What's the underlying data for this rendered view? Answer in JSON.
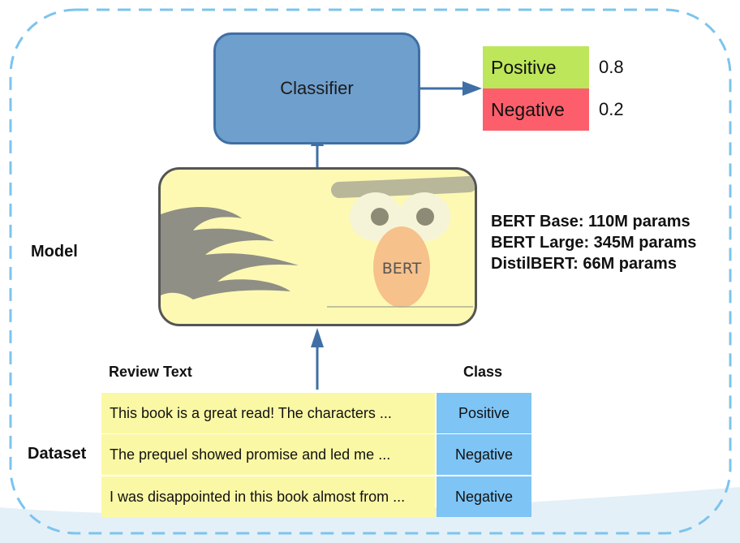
{
  "classifier": {
    "label": "Classifier"
  },
  "outputs": [
    {
      "label": "Positive",
      "value": "0.8",
      "color": "#bde65a"
    },
    {
      "label": "Negative",
      "value": "0.2",
      "color": "#fc5f6b"
    }
  ],
  "model": {
    "section_label": "Model",
    "bert_logo_text": "BERT",
    "params": [
      "BERT Base: 110M params",
      "BERT Large: 345M params",
      "DistilBERT: 66M params"
    ]
  },
  "dataset": {
    "section_label": "Dataset",
    "headers": {
      "text": "Review Text",
      "class": "Class"
    },
    "rows": [
      {
        "text": "This book is a great read! The characters ...",
        "class": "Positive"
      },
      {
        "text": "The prequel showed promise and led me ...",
        "class": "Negative"
      },
      {
        "text": "I was disappointed in this book almost from ...",
        "class": "Negative"
      }
    ]
  },
  "colors": {
    "frame_border": "#7cc4ee",
    "arrow": "#3f6fa5",
    "classifier_fill": "#6f9fcd",
    "bert_fill": "#fdf9b3",
    "text_cell": "#fbf8a5",
    "class_cell": "#7ec4f5"
  }
}
